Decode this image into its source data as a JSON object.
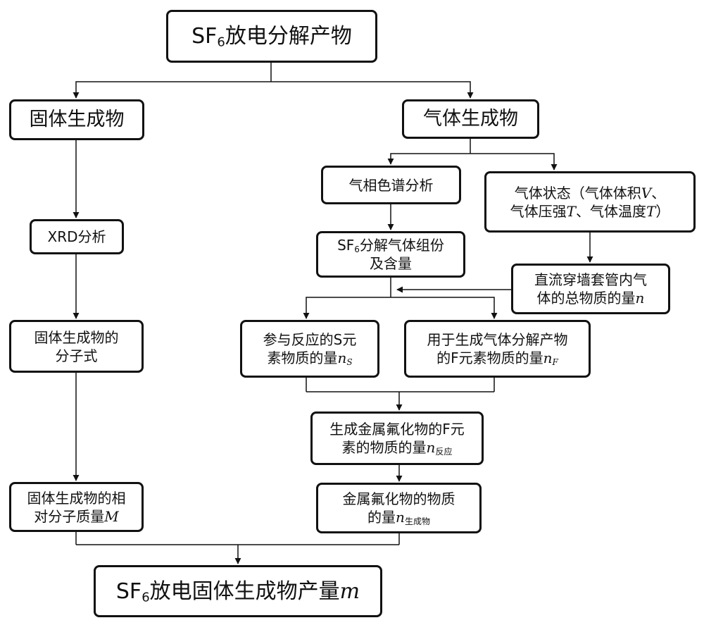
{
  "nodes": {
    "root": {
      "prefix": "SF",
      "sub": "6",
      "text": "放电分解产物"
    },
    "solid": {
      "text": "固体生成物"
    },
    "gas": {
      "text": "气体生成物"
    },
    "xrd": {
      "text": "XRD分析"
    },
    "gc": {
      "text": "气相色谱分析"
    },
    "state": {
      "line1_pre": "气体状态（气体体积",
      "line1_var": "V",
      "line1_post": "、",
      "line2_pre": "气体压强",
      "line2_var": "T",
      "line2_mid": "、气体温度",
      "line2_var2": "T",
      "line2_post": "）"
    },
    "sf6comp": {
      "prefix": "SF",
      "sub": "6",
      "line1": "分解气体组份",
      "line2": "及含量"
    },
    "total": {
      "line1": "直流穿墙套管内气",
      "line2_pre": "体的总物质的量",
      "line2_var": "n"
    },
    "formula": {
      "line1": "固体生成物的",
      "line2": "分子式"
    },
    "sAmount": {
      "line1": "参与反应的S元",
      "line2_pre": "素物质的量",
      "line2_var": "n",
      "line2_sub": "S"
    },
    "fAmount": {
      "line1": "用于生成气体分解产物",
      "line2_pre": "的F元素物质的量",
      "line2_var": "n",
      "line2_sub": "F"
    },
    "fReact": {
      "line1": "生成金属氟化物的F元",
      "line2_pre": "素的物质的量",
      "line2_var": "n",
      "line2_sub": "反应"
    },
    "mw": {
      "line1": "固体生成物的相",
      "line2_pre": "对分子质量",
      "line2_var": "M"
    },
    "fluoride": {
      "line1": "金属氟化物的物质",
      "line2_pre": "的量",
      "line2_var": "n",
      "line2_sub": "生成物"
    },
    "final": {
      "prefix": "SF",
      "sub": "6",
      "text": "放电固体生成物产量",
      "var": "m"
    }
  }
}
